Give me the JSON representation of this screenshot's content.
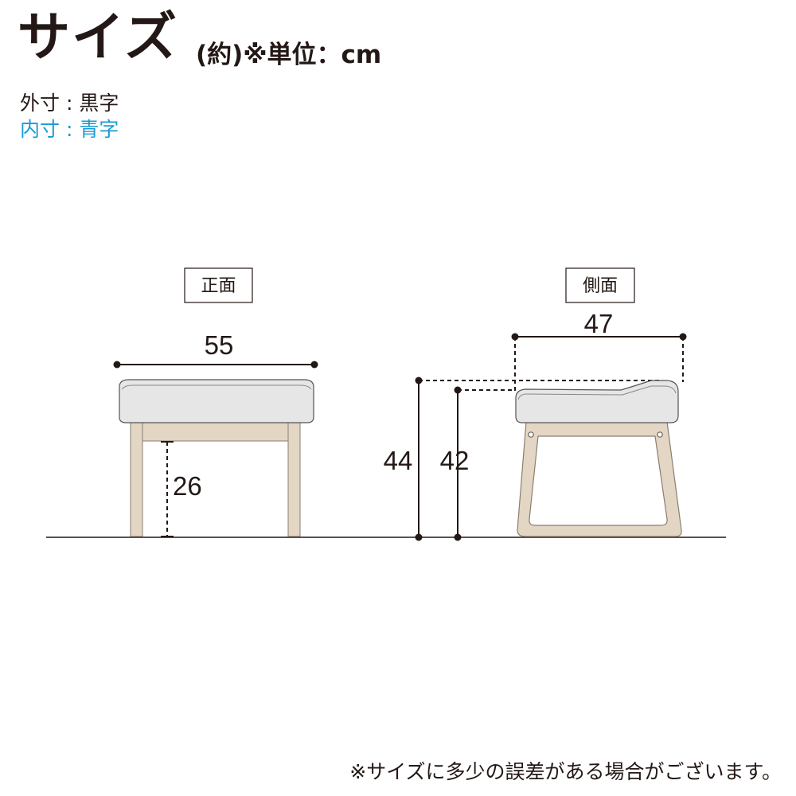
{
  "header": {
    "title": "サイズ",
    "subtitle": "(約)※単位：cm"
  },
  "legend": {
    "outer": "外寸 : 黒字",
    "inner": "内寸 : 青字"
  },
  "front_view": {
    "label": "正面",
    "width": "55",
    "leg_clearance": "26"
  },
  "side_view": {
    "label": "側面",
    "depth": "47",
    "overall_height": "44",
    "seat_height": "42"
  },
  "colors": {
    "text": "#231815",
    "inner_text": "#1a9ad6",
    "cushion": "#e6e6e6",
    "wood": "#e3d6c4",
    "line": "#4a4a4a"
  },
  "footer": {
    "note": "※サイズに多少の誤差がある場合がございます。"
  }
}
